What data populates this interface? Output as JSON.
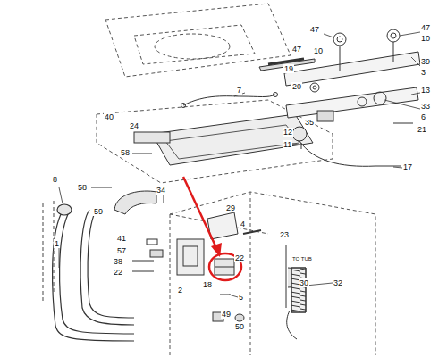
{
  "diagram": {
    "labels": [
      "47",
      "47",
      "10",
      "47",
      "10",
      "39",
      "3",
      "19",
      "7",
      "20",
      "13",
      "33",
      "6",
      "35",
      "21",
      "40",
      "12",
      "11",
      "24",
      "58",
      "17",
      "8",
      "58",
      "34",
      "59",
      "29",
      "4",
      "1",
      "23",
      "41",
      "57",
      "38",
      "22",
      "2",
      "22",
      "18",
      "5",
      "TO TUB",
      "30",
      "32",
      "49",
      "50"
    ]
  }
}
